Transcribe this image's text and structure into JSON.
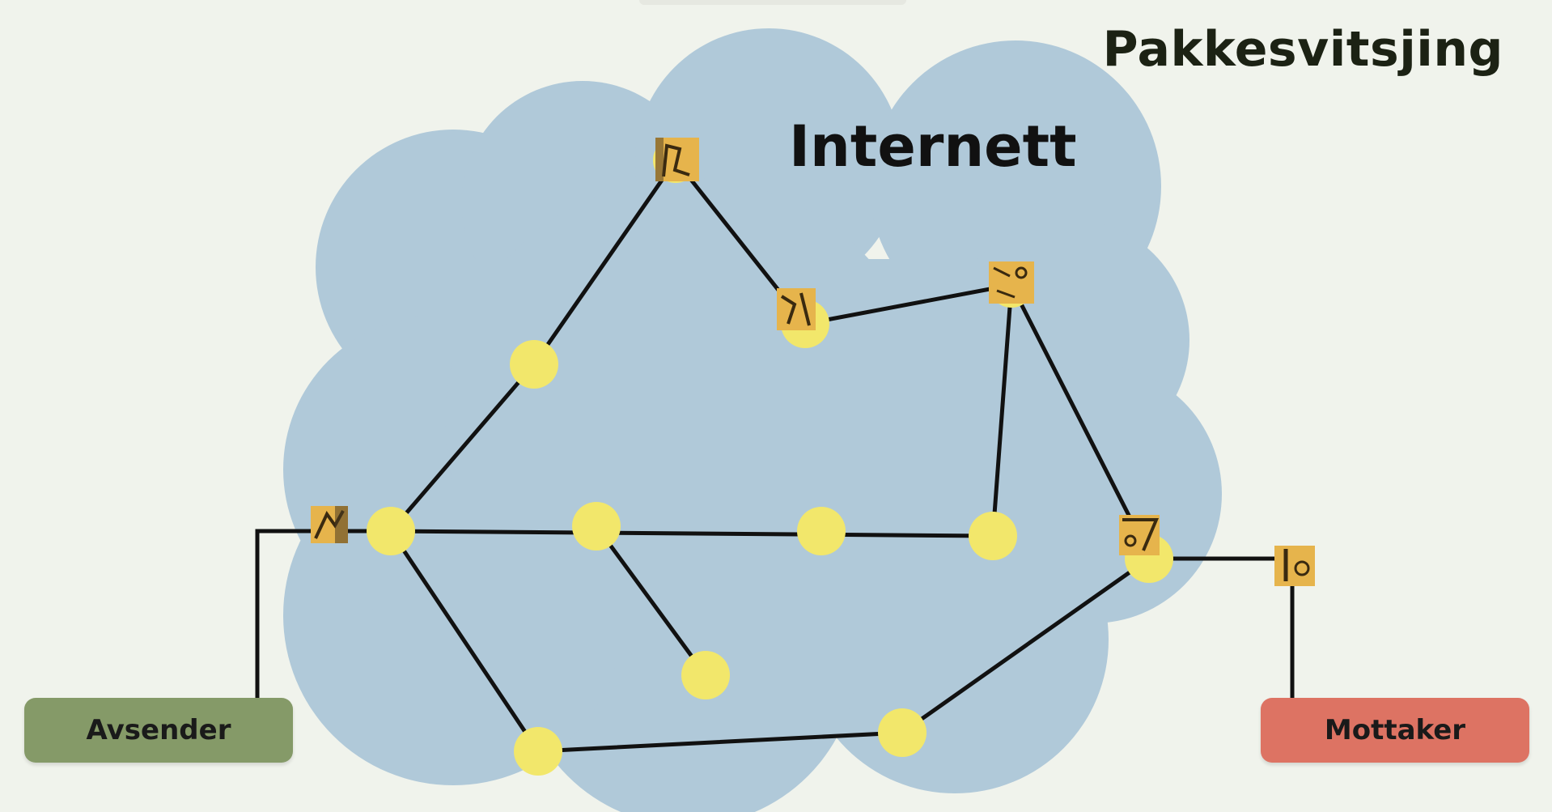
{
  "title": "Pakkesvitsjing",
  "cloud": {
    "label": "Internett",
    "color": "#b0c9d9"
  },
  "sender": {
    "label": "Avsender",
    "color": "#859a68"
  },
  "receiver": {
    "label": "Mottaker",
    "color": "#dd7363"
  },
  "colors": {
    "node": "#f2e76b",
    "link": "#111111",
    "packet": "#e6b44c",
    "background": "#f0f3ec"
  },
  "nodes": [
    "n1",
    "n2",
    "n3",
    "n4",
    "n5",
    "n6",
    "n7",
    "n8",
    "n9",
    "n10",
    "n11",
    "n12",
    "n13"
  ],
  "packets": [
    "p1",
    "p2",
    "p3",
    "p4",
    "p5",
    "p6",
    "p7"
  ]
}
